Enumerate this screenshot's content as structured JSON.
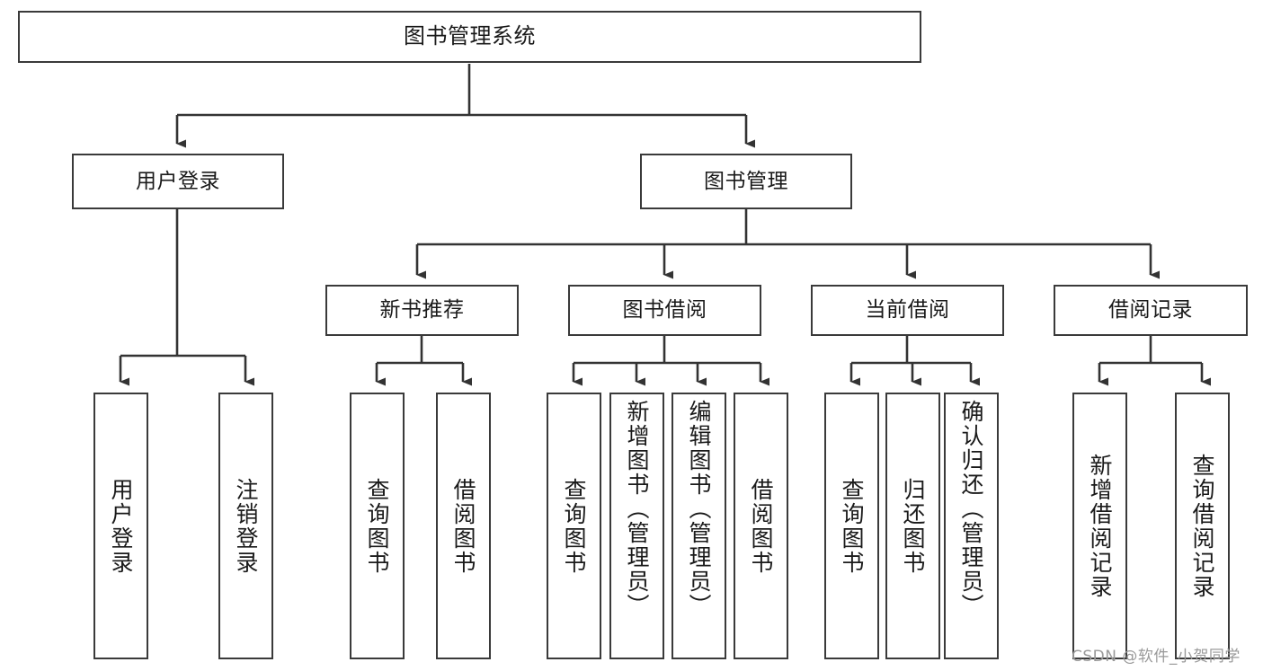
{
  "diagram": {
    "title": "图书管理系统",
    "type": "tree-hierarchy-chart",
    "colors": {
      "box_border": "#3a3a3a",
      "box_fill": "#ffffff",
      "edge": "#333333",
      "text": "#1a1a1a",
      "watermark": "#9a9a9a"
    },
    "levels": {
      "level1": [
        {
          "id": "root",
          "label": "图书管理系统"
        }
      ],
      "level2": [
        {
          "id": "user-login",
          "label": "用户登录"
        },
        {
          "id": "book-management",
          "label": "图书管理"
        }
      ],
      "level3": [
        {
          "id": "new-book-recommend",
          "label": "新书推荐"
        },
        {
          "id": "book-borrow",
          "label": "图书借阅"
        },
        {
          "id": "current-borrow",
          "label": "当前借阅"
        },
        {
          "id": "borrow-record",
          "label": "借阅记录"
        }
      ],
      "level4": [
        {
          "id": "leaf-user-login",
          "label": "用户登录",
          "parent": "user-login"
        },
        {
          "id": "leaf-logout-login",
          "label": "注销登录",
          "parent": "user-login"
        },
        {
          "id": "leaf-query-book-1",
          "label": "查询图书",
          "parent": "new-book-recommend"
        },
        {
          "id": "leaf-borrow-book-1",
          "label": "借阅图书",
          "parent": "new-book-recommend"
        },
        {
          "id": "leaf-query-book-2",
          "label": "查询图书",
          "parent": "book-borrow"
        },
        {
          "id": "leaf-add-book",
          "label": "新增图书（管理员）",
          "parent": "book-borrow"
        },
        {
          "id": "leaf-edit-book",
          "label": "编辑图书（管理员）",
          "parent": "book-borrow"
        },
        {
          "id": "leaf-borrow-book-2",
          "label": "借阅图书",
          "parent": "book-borrow"
        },
        {
          "id": "leaf-query-book-3",
          "label": "查询图书",
          "parent": "current-borrow"
        },
        {
          "id": "leaf-return-book",
          "label": "归还图书",
          "parent": "current-borrow"
        },
        {
          "id": "leaf-confirm-return",
          "label": "确认归还（管理员）",
          "parent": "current-borrow"
        },
        {
          "id": "leaf-add-record",
          "label": "新增借阅记录",
          "parent": "borrow-record"
        },
        {
          "id": "leaf-query-record",
          "label": "查询借阅记录",
          "parent": "borrow-record"
        }
      ]
    },
    "watermark": "CSDN @软件_小贺同学"
  }
}
